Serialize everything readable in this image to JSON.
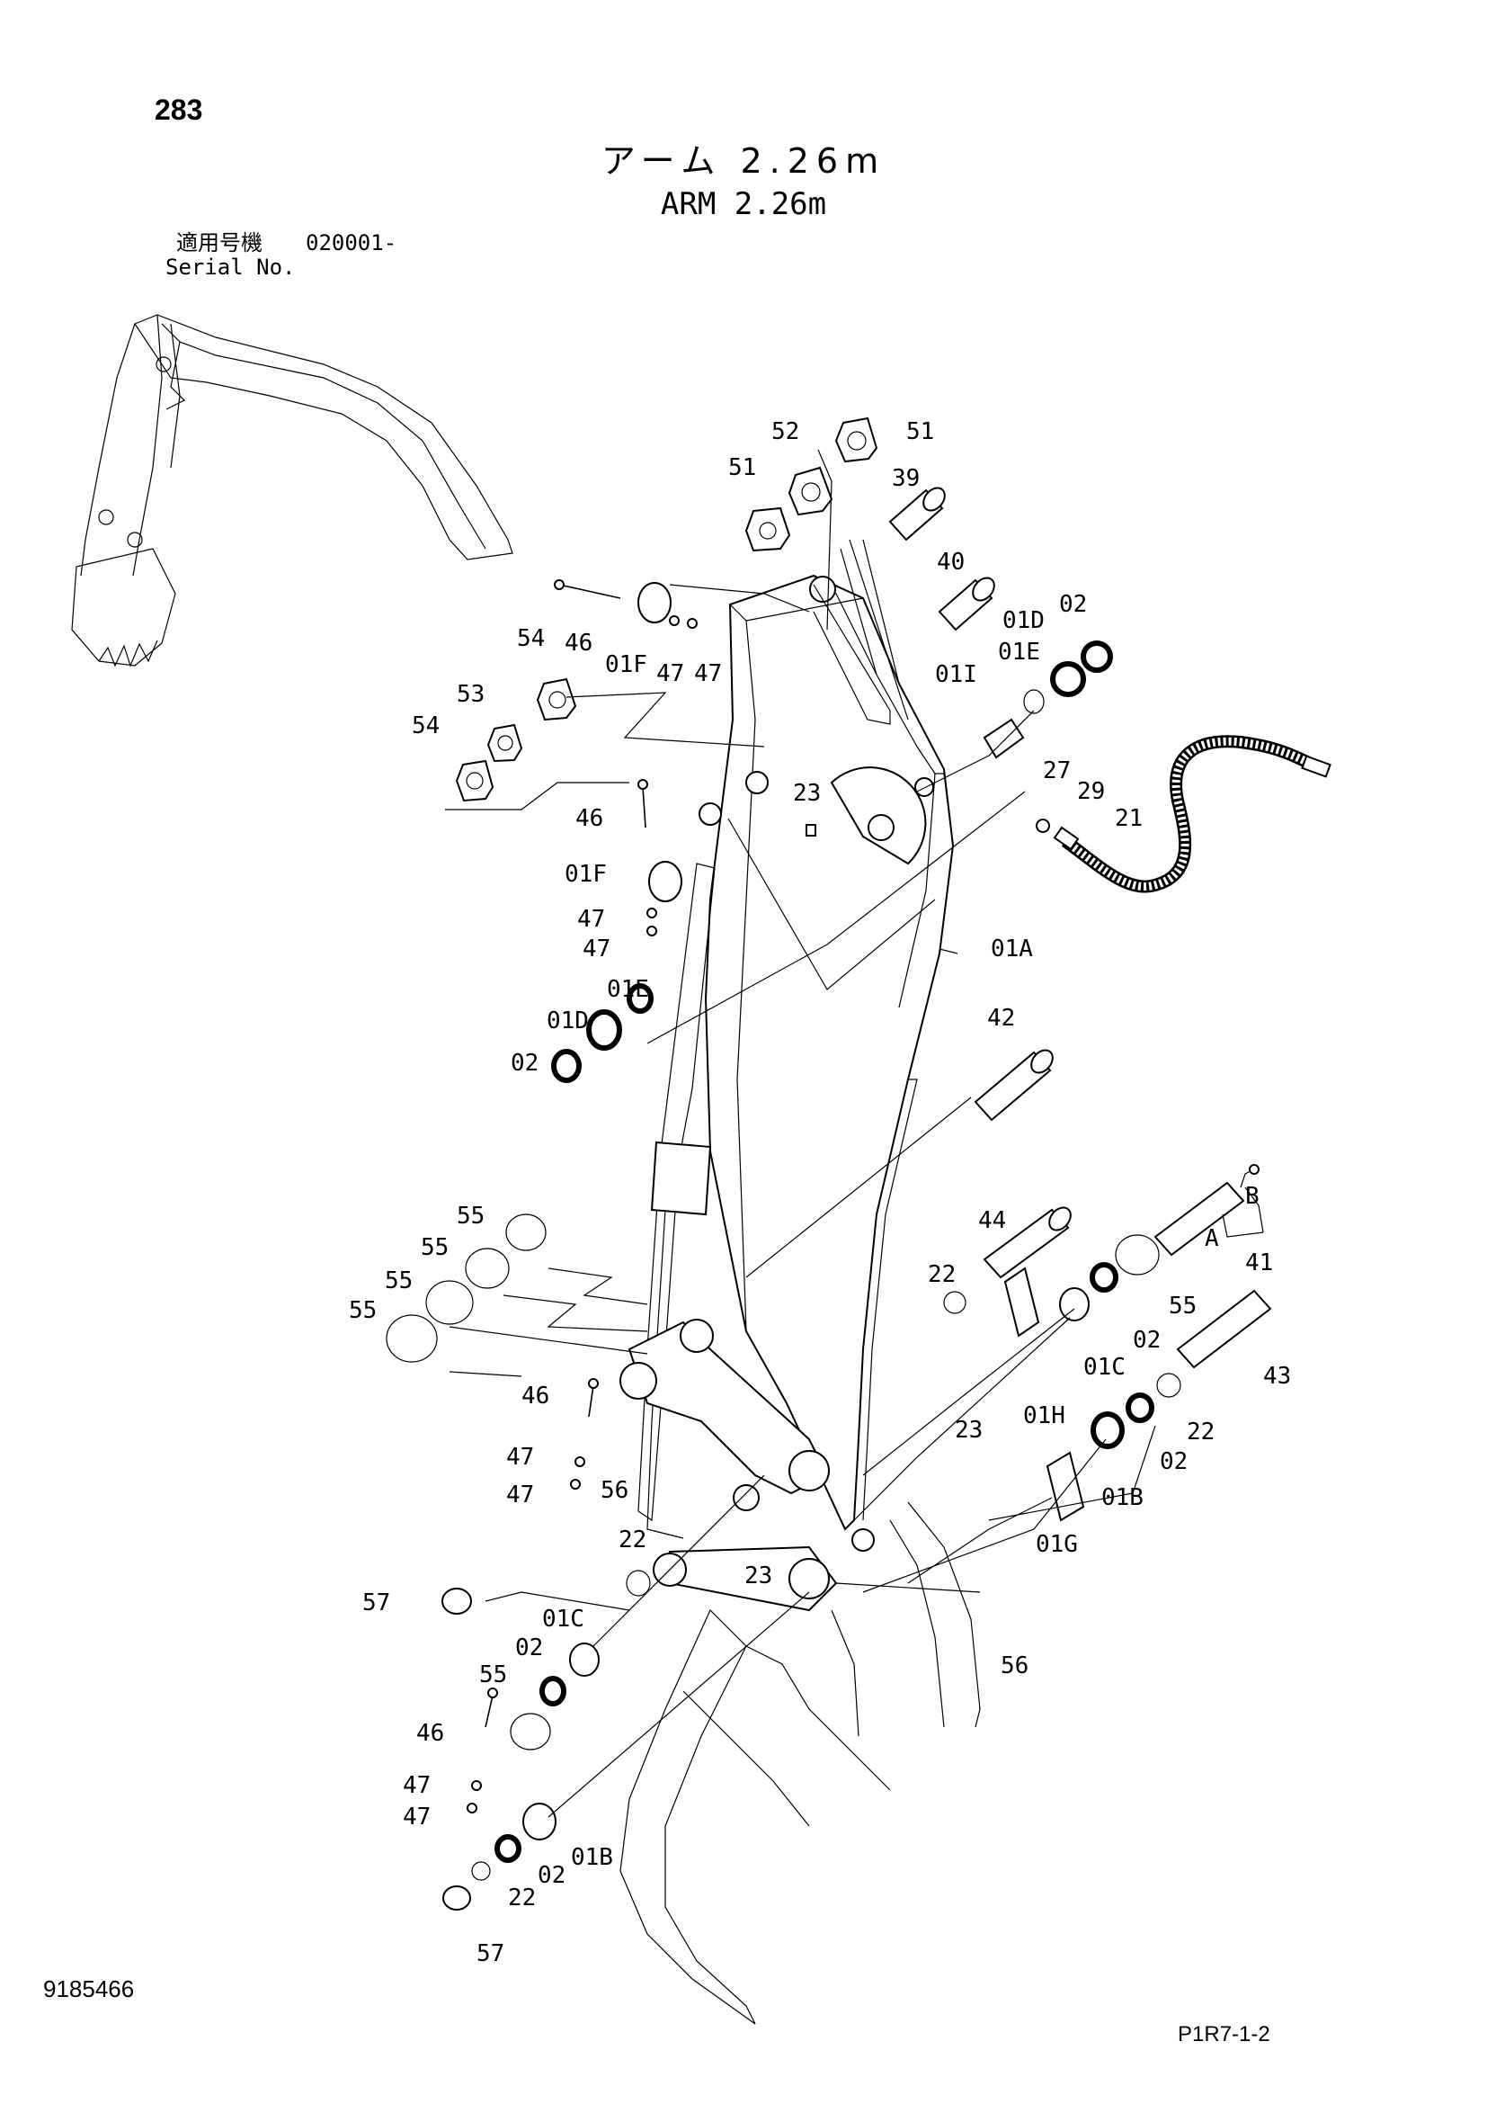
{
  "header": {
    "page_number": "283",
    "title_jp": "アーム 2.26m",
    "title_en": "ARM 2.26m",
    "serial_label_jp": "適用号機",
    "serial_from": "020001-",
    "serial_label_en": "Serial No."
  },
  "footer": {
    "doc_number": "9185466",
    "page_ref": "P1R7-1-2"
  },
  "labels": [
    {
      "id": "l1",
      "text": "52"
    },
    {
      "id": "l2",
      "text": "51"
    },
    {
      "id": "l3",
      "text": "51"
    },
    {
      "id": "l4",
      "text": "39"
    },
    {
      "id": "l5",
      "text": "40"
    },
    {
      "id": "l6",
      "text": "46"
    },
    {
      "id": "l7",
      "text": "01F"
    },
    {
      "id": "l8",
      "text": "47"
    },
    {
      "id": "l9",
      "text": "47"
    },
    {
      "id": "l10",
      "text": "01D"
    },
    {
      "id": "l11",
      "text": "02"
    },
    {
      "id": "l12",
      "text": "01E"
    },
    {
      "id": "l13",
      "text": "01I"
    },
    {
      "id": "l14",
      "text": "54"
    },
    {
      "id": "l15",
      "text": "53"
    },
    {
      "id": "l16",
      "text": "54"
    },
    {
      "id": "l17",
      "text": "23"
    },
    {
      "id": "l18",
      "text": "27"
    },
    {
      "id": "l19",
      "text": "29"
    },
    {
      "id": "l20",
      "text": "21"
    },
    {
      "id": "l21",
      "text": "46"
    },
    {
      "id": "l22",
      "text": "01F"
    },
    {
      "id": "l23",
      "text": "47"
    },
    {
      "id": "l24",
      "text": "47"
    },
    {
      "id": "l25",
      "text": "01A"
    },
    {
      "id": "l26",
      "text": "01E"
    },
    {
      "id": "l27",
      "text": "01D"
    },
    {
      "id": "l28",
      "text": "02"
    },
    {
      "id": "l29",
      "text": "42"
    },
    {
      "id": "l30",
      "text": "B"
    },
    {
      "id": "l31",
      "text": "A"
    },
    {
      "id": "l32",
      "text": "41"
    },
    {
      "id": "l33",
      "text": "55"
    },
    {
      "id": "l34",
      "text": "55"
    },
    {
      "id": "l35",
      "text": "55"
    },
    {
      "id": "l36",
      "text": "55"
    },
    {
      "id": "l37",
      "text": "44"
    },
    {
      "id": "l38",
      "text": "22"
    },
    {
      "id": "l39",
      "text": "55"
    },
    {
      "id": "l40",
      "text": "02"
    },
    {
      "id": "l41",
      "text": "01C"
    },
    {
      "id": "l42",
      "text": "43"
    },
    {
      "id": "l43",
      "text": "46"
    },
    {
      "id": "l44",
      "text": "01H"
    },
    {
      "id": "l45",
      "text": "23"
    },
    {
      "id": "l46",
      "text": "22"
    },
    {
      "id": "l47",
      "text": "02"
    },
    {
      "id": "l48",
      "text": "47"
    },
    {
      "id": "l49",
      "text": "47"
    },
    {
      "id": "l50",
      "text": "56"
    },
    {
      "id": "l51",
      "text": "01B"
    },
    {
      "id": "l52",
      "text": "01G"
    },
    {
      "id": "l53",
      "text": "22"
    },
    {
      "id": "l54",
      "text": "23"
    },
    {
      "id": "l55",
      "text": "57"
    },
    {
      "id": "l56",
      "text": "01C"
    },
    {
      "id": "l57",
      "text": "02"
    },
    {
      "id": "l58",
      "text": "56"
    },
    {
      "id": "l59",
      "text": "55"
    },
    {
      "id": "l60",
      "text": "46"
    },
    {
      "id": "l61",
      "text": "47"
    },
    {
      "id": "l62",
      "text": "47"
    },
    {
      "id": "l63",
      "text": "01B"
    },
    {
      "id": "l64",
      "text": "02"
    },
    {
      "id": "l65",
      "text": "22"
    },
    {
      "id": "l66",
      "text": "57"
    }
  ]
}
